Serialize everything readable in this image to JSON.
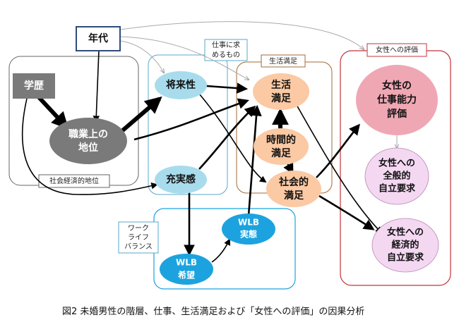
{
  "groups": {
    "socio": "社会経済的地位",
    "work_line1": "仕事に求",
    "work_line2": "めるもの",
    "life": "生活満足",
    "female": "女性への評価",
    "wlb_line1": "ワーク",
    "wlb_line2": "ライフ",
    "wlb_line3": "バランス"
  },
  "nodes": {
    "nendai": "年代",
    "gakureki": "学歴",
    "shokugyo_line1": "職業上の",
    "shokugyo_line2": "地位",
    "shoraisei": "将来性",
    "juujitsu": "充実感",
    "seikatsu_line1": "生活",
    "seikatsu_line2": "満足",
    "jikan_line1": "時間的",
    "jikan_line2": "満足",
    "shakai_line1": "社会的",
    "shakai_line2": "満足",
    "josei_noryoku_line1": "女性の",
    "josei_noryoku_line2": "仕事能力",
    "josei_noryoku_line3": "評価",
    "zenpan_line1": "女性への",
    "zenpan_line2": "全般的",
    "zenpan_line3": "自立要求",
    "keizai_line1": "女性への",
    "keizai_line2": "経済的",
    "keizai_line3": "自立要求",
    "wlb_jittai_line1": "WLB",
    "wlb_jittai_line2": "実態",
    "wlb_kibo_line1": "WLB",
    "wlb_kibo_line2": "希望"
  },
  "caption": "図2  未婚男性の階層、仕事、生活満足および「女性への評価」の因果分析",
  "colors": {
    "dark_gray": "#7a7a7a",
    "light_blue": "#a8dcec",
    "orange": "#fbc9a4",
    "pink": "#f0a7b4",
    "light_pink": "#f4d8f2",
    "bright_blue": "#1ca3df",
    "nendai_border": "#2f4b7c"
  }
}
